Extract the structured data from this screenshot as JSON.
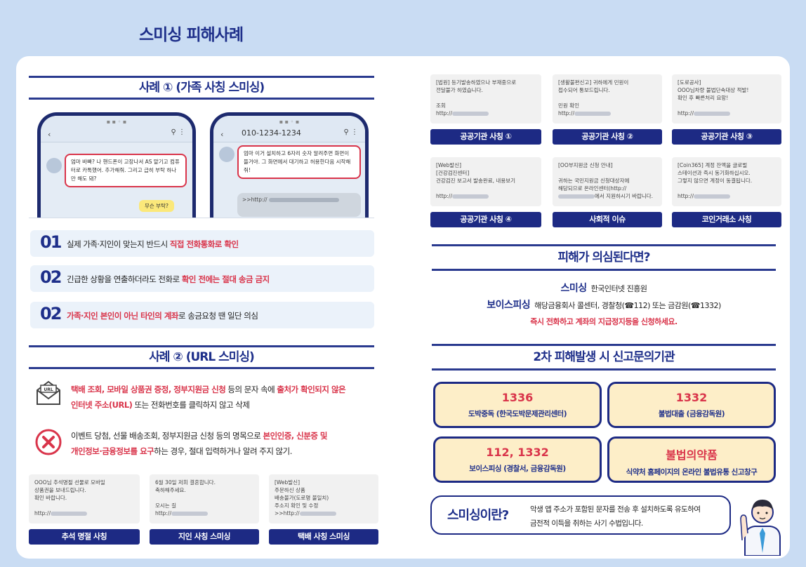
{
  "page": {
    "title": "스미싱 피해사례"
  },
  "case1": {
    "heading": "사례 ① (가족 사칭 스미싱)",
    "phone1": {
      "message": "엄마 바빠? 나 핸드폰이 고장나서 AS 맡기고 컴퓨터로 카톡했어. 추가해줘. 그리고 급히 부탁 하나만 해도 돼?",
      "reply": "무슨 부탁?"
    },
    "phone2": {
      "number": "010-1234-1234",
      "message": "엄마 이거 설치하고 6자리 숫자 알려주면 화면이 뜰거야. 그 화면에서 대기하고 허용한다음 시작해줘!",
      "link": ">>http://"
    },
    "tips": [
      {
        "num": "01",
        "pre": "실제 가족·지인이 맞는지 반드시 ",
        "hl": "직접 전화통화로 확인",
        "post": ""
      },
      {
        "num": "02",
        "pre": "긴급한 상황을 연출하더라도 전화로 ",
        "hl": "확인 전에는 절대 송금 금지",
        "post": ""
      },
      {
        "num": "02",
        "pre": "",
        "hl": "가족·지인 본인이 아닌 타인의 계좌",
        "post": "로 송금요청 땐 일단 의심"
      }
    ]
  },
  "case2": {
    "heading": "사례 ② (URL 스미싱)",
    "url_icon_label": "URL",
    "row1": {
      "hl1": "택배 조회, 모바일 상품권 증정, 정부지원금 신청",
      "mid": " 등의 문자 속에 ",
      "hl2": "출처가 확인되지 않은",
      "hl3": "인터넷 주소(URL)",
      "post": " 또는 전화번호를 클릭하지 않고 삭제"
    },
    "row2": {
      "pre": "이벤트 당첨, 선물 배송조회, 정부지원금 신청 등의 명목으로 ",
      "hl1": "본인인증, 신분증 및",
      "hl2": "개인정보·금융정보를 요구",
      "post": "하는 경우, 절대 입력하거나 알려 주지 않기."
    },
    "sms": [
      {
        "l1": "OOO님 추석명절 선물로 모바일",
        "l2": "상품권을 보내드립니다.",
        "l3": "확인 바랍니다.",
        "l4": "",
        "link": "http://",
        "label": "추석 명절 사칭"
      },
      {
        "l1": "6월 30일 저희 결혼합니다.",
        "l2": "축하해주세요.",
        "l3": "",
        "l4": "오시는 길",
        "link": "http://",
        "label": "지인 사칭 스미싱"
      },
      {
        "l1": "[Web발신]",
        "l2": "주문하신 상품",
        "l3": "배송불가(도로명 불일치)",
        "l4": "주소지 확인 및 수정",
        "link": ">>http://",
        "label": "택배 사칭 스미싱"
      }
    ]
  },
  "public": {
    "row1": [
      {
        "l1": "[법원] 등기발송하였으나 부재중으로",
        "l2": "전달불가 하였습니다.",
        "l3": "",
        "l4": "조회",
        "link": "http://",
        "label": "공공기관 사칭 ①"
      },
      {
        "l1": "[생활불편신고] 귀하에게 민원이",
        "l2": "접수되어 통보드립니다.",
        "l3": "",
        "l4": "민원 확인",
        "link": "http://",
        "label": "공공기관 사칭 ②"
      },
      {
        "l1": "[도로공사]",
        "l2": "OOO님차량 불법단속대상 적발!",
        "l3": "확인 후 빠른처리 요망!",
        "l4": "",
        "link": "http://",
        "label": "공공기관 사칭 ③"
      }
    ],
    "row2": [
      {
        "l1": "[Web발신]",
        "l2": "[건강검진센터]",
        "l3": "건강검진 보고서 발송완료, 내용보기",
        "l4": "",
        "link": "http://",
        "label": "공공기관 사칭 ④"
      },
      {
        "l1": "[OO부지원금 신청 안내]",
        "l2": "",
        "l3": "귀하는 국민지원금 신청대상자에",
        "l4": "해당되므로 온라인센터(http://",
        "link": "에서 지원하시기 바랍니다.",
        "label": "사회적 이슈"
      },
      {
        "l1": "[Coin365] 계정 잔액을 글로벌",
        "l2": "스테이션과 즉시 동기화하십시오.",
        "l3": "그렇지 않으면 계정이 동결됩니다.",
        "l4": "",
        "link": "http://",
        "label": "코인거래소 사칭"
      }
    ]
  },
  "suspect": {
    "heading": "피해가 의심된다면?",
    "smishing_label": "스미싱",
    "smishing_text": "한국인터넷 진흥원",
    "voice_label": "보이스피싱",
    "voice_text": "해당금융회사 콜센터, 경찰청(☎112) 또는 금감원(☎1332)",
    "warning": "즉시 전화하고 계좌의 지급정지등을 신청하세요."
  },
  "report": {
    "heading": "2차 피해발생 시 신고문의기관",
    "agencies": [
      {
        "big": "1336",
        "small": "도박중독 (한국도박문제관리센터)"
      },
      {
        "big": "1332",
        "small": "불법대출 (금융감독원)"
      },
      {
        "big": "112, 1332",
        "small": "보이스피싱 (경찰서, 금융감독원)"
      },
      {
        "big": "불법의약품",
        "small": "식약처 홈페이지의 온라인 불법유통 신고창구"
      }
    ]
  },
  "definition": {
    "title": "스미싱이란?",
    "line1": "악생 앱 주소가 포함된 문자를 전송 후 설치하도록 유도하여",
    "line2": "금전적 이득을 취하는 사기 수법입니다."
  },
  "colors": {
    "navy": "#1d2a84",
    "red": "#d9344a",
    "yellow": "#fdeec8",
    "bg": "#c9dcf3"
  }
}
